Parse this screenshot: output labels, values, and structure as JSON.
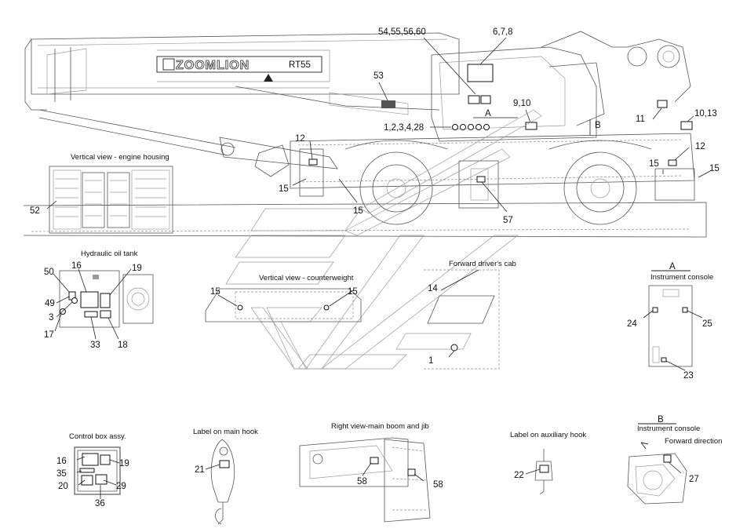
{
  "brand": {
    "logo_text": "ZOOMLION",
    "model_text": "RT55"
  },
  "callouts": {
    "c_54": "54,55,56,60",
    "c_678": "6,7,8",
    "c_53": "53",
    "c_910": "9,10",
    "c_A": "A",
    "c_1234": "1,2,3,4,28",
    "c_11": "11",
    "c_B": "B",
    "c_1013": "10,13",
    "c_12a": "12",
    "c_12b": "12",
    "c_15a": "15",
    "c_15b": "15",
    "c_15c": "15",
    "c_15d": "15",
    "c_15e": "15",
    "c_15f": "15",
    "c_52": "52",
    "c_57": "57",
    "c_50": "50",
    "c_16a": "16",
    "c_19a": "19",
    "c_49": "49",
    "c_3": "3",
    "c_17": "17",
    "c_33": "33",
    "c_18": "18",
    "c_14": "14",
    "c_1": "1",
    "c_24": "24",
    "c_25": "25",
    "c_23": "23",
    "c_16b": "16",
    "c_19b": "19",
    "c_35": "35",
    "c_20": "20",
    "c_29": "29",
    "c_36": "36",
    "c_21": "21",
    "c_58a": "58",
    "c_58b": "58",
    "c_22": "22",
    "c_27": "27"
  },
  "titles": {
    "engine_housing": "Vertical view - engine housing",
    "hydraulic_tank": "Hydraulic oil tank",
    "counterweight": "Vertical view - counterweight",
    "drivers_cab": "Forward driver's cab",
    "console_a_letter": "A",
    "console_a": "Instrument console",
    "control_box": "Control box assy.",
    "main_hook": "Label on main hook",
    "main_boom": "Right view-main boom and jib",
    "aux_hook": "Label on auxiliary hook",
    "console_b_letter": "B",
    "console_b": "Instrument console",
    "forward_direction": "Forward direction"
  }
}
